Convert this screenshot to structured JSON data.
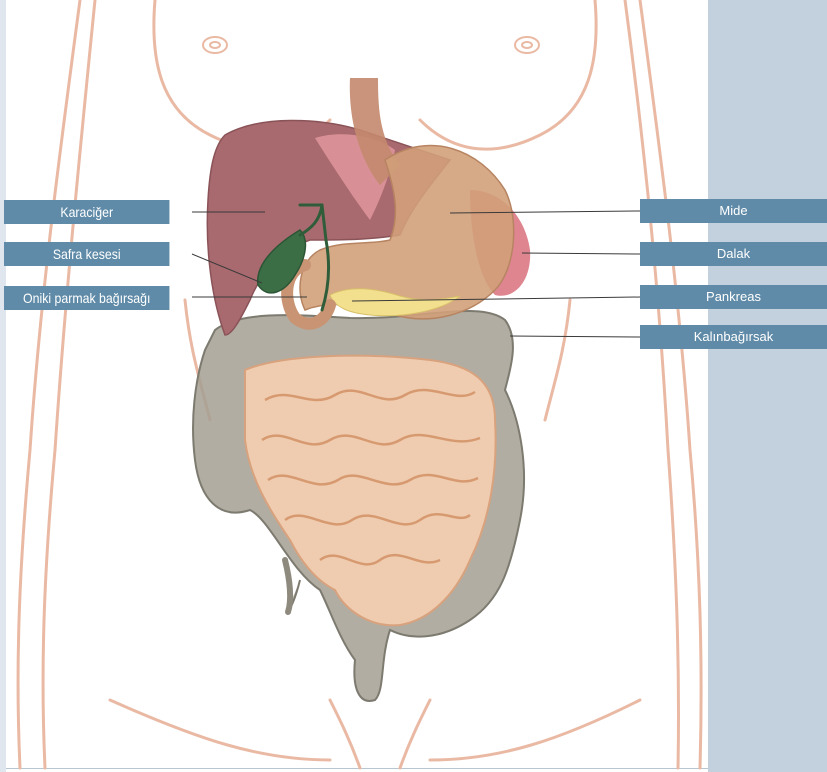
{
  "labels": {
    "liver": "Karaciğer",
    "gallbladder": "Safra kesesi",
    "duodenum": "Oniki parmak bağırsağı",
    "stomach": "Mide",
    "spleen": "Dalak",
    "pancreas": "Pankreas",
    "colon": "Kalınbağırsak"
  },
  "colors": {
    "label_bg": "#5f8ba8",
    "label_text": "#ffffff",
    "side_panel": "#c3d1df",
    "body_outline": "#eab9a4"
  }
}
